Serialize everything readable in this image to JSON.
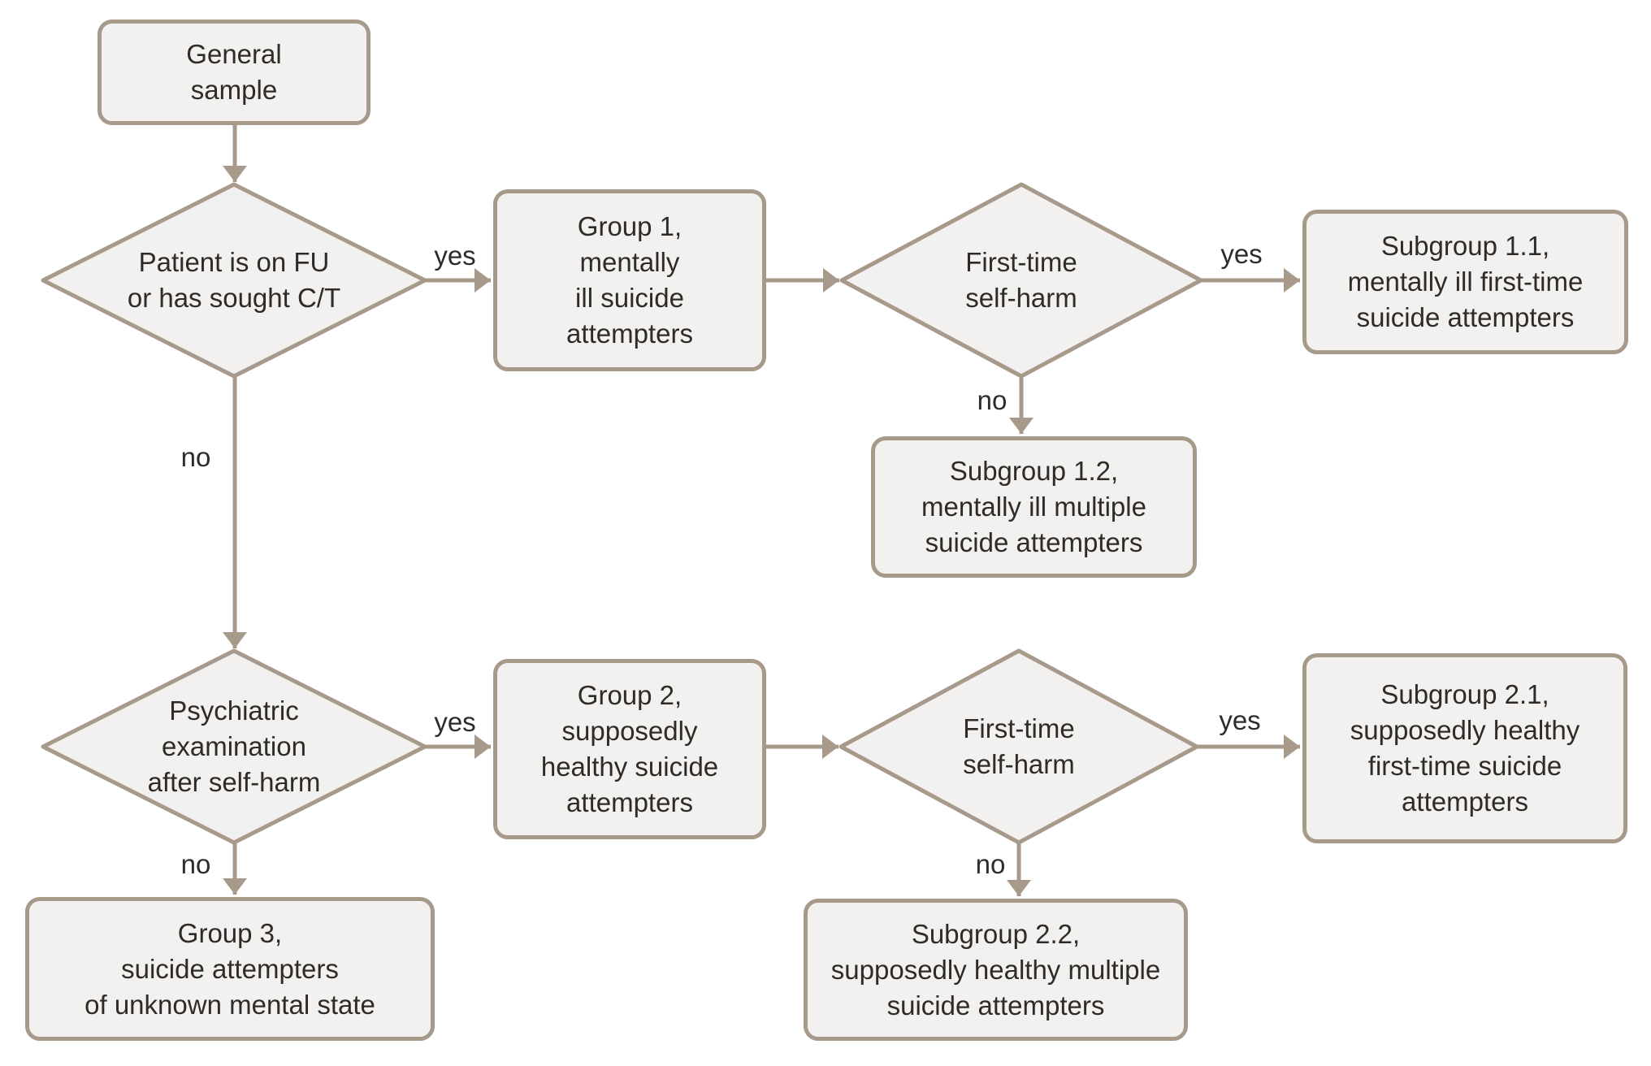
{
  "style": {
    "background": "#ffffff",
    "node_fill": "#f2f1ef",
    "line_color": "#a89a8b",
    "text_color": "#2e2b28"
  },
  "nodes": {
    "general_sample": {
      "label": "General\nsample"
    },
    "decision_fu_ct": {
      "label": "Patient is on FU\nor has sought C/T"
    },
    "group_1": {
      "label": "Group 1,\nmentally\nill suicide\nattempters"
    },
    "decision_first_time_1": {
      "label": "First-time\nself-harm"
    },
    "subgroup_1_1": {
      "label": "Subgroup 1.1,\nmentally ill first-time\nsuicide attempters"
    },
    "subgroup_1_2": {
      "label": "Subgroup 1.2,\nmentally ill multiple\nsuicide attempters"
    },
    "decision_psych_exam": {
      "label": "Psychiatric\nexamination\nafter self-harm"
    },
    "group_2": {
      "label": "Group 2,\nsupposedly\nhealthy suicide\nattempters"
    },
    "decision_first_time_2": {
      "label": "First-time\nself-harm"
    },
    "subgroup_2_1": {
      "label": "Subgroup 2.1,\nsupposedly healthy\nfirst-time suicide\nattempters"
    },
    "group_3": {
      "label": "Group 3,\nsuicide attempters\nof unknown mental state"
    },
    "subgroup_2_2": {
      "label": "Subgroup 2.2,\nsupposedly healthy multiple\nsuicide attempters"
    }
  },
  "edges": {
    "yes_label": "yes",
    "no_label": "no"
  }
}
